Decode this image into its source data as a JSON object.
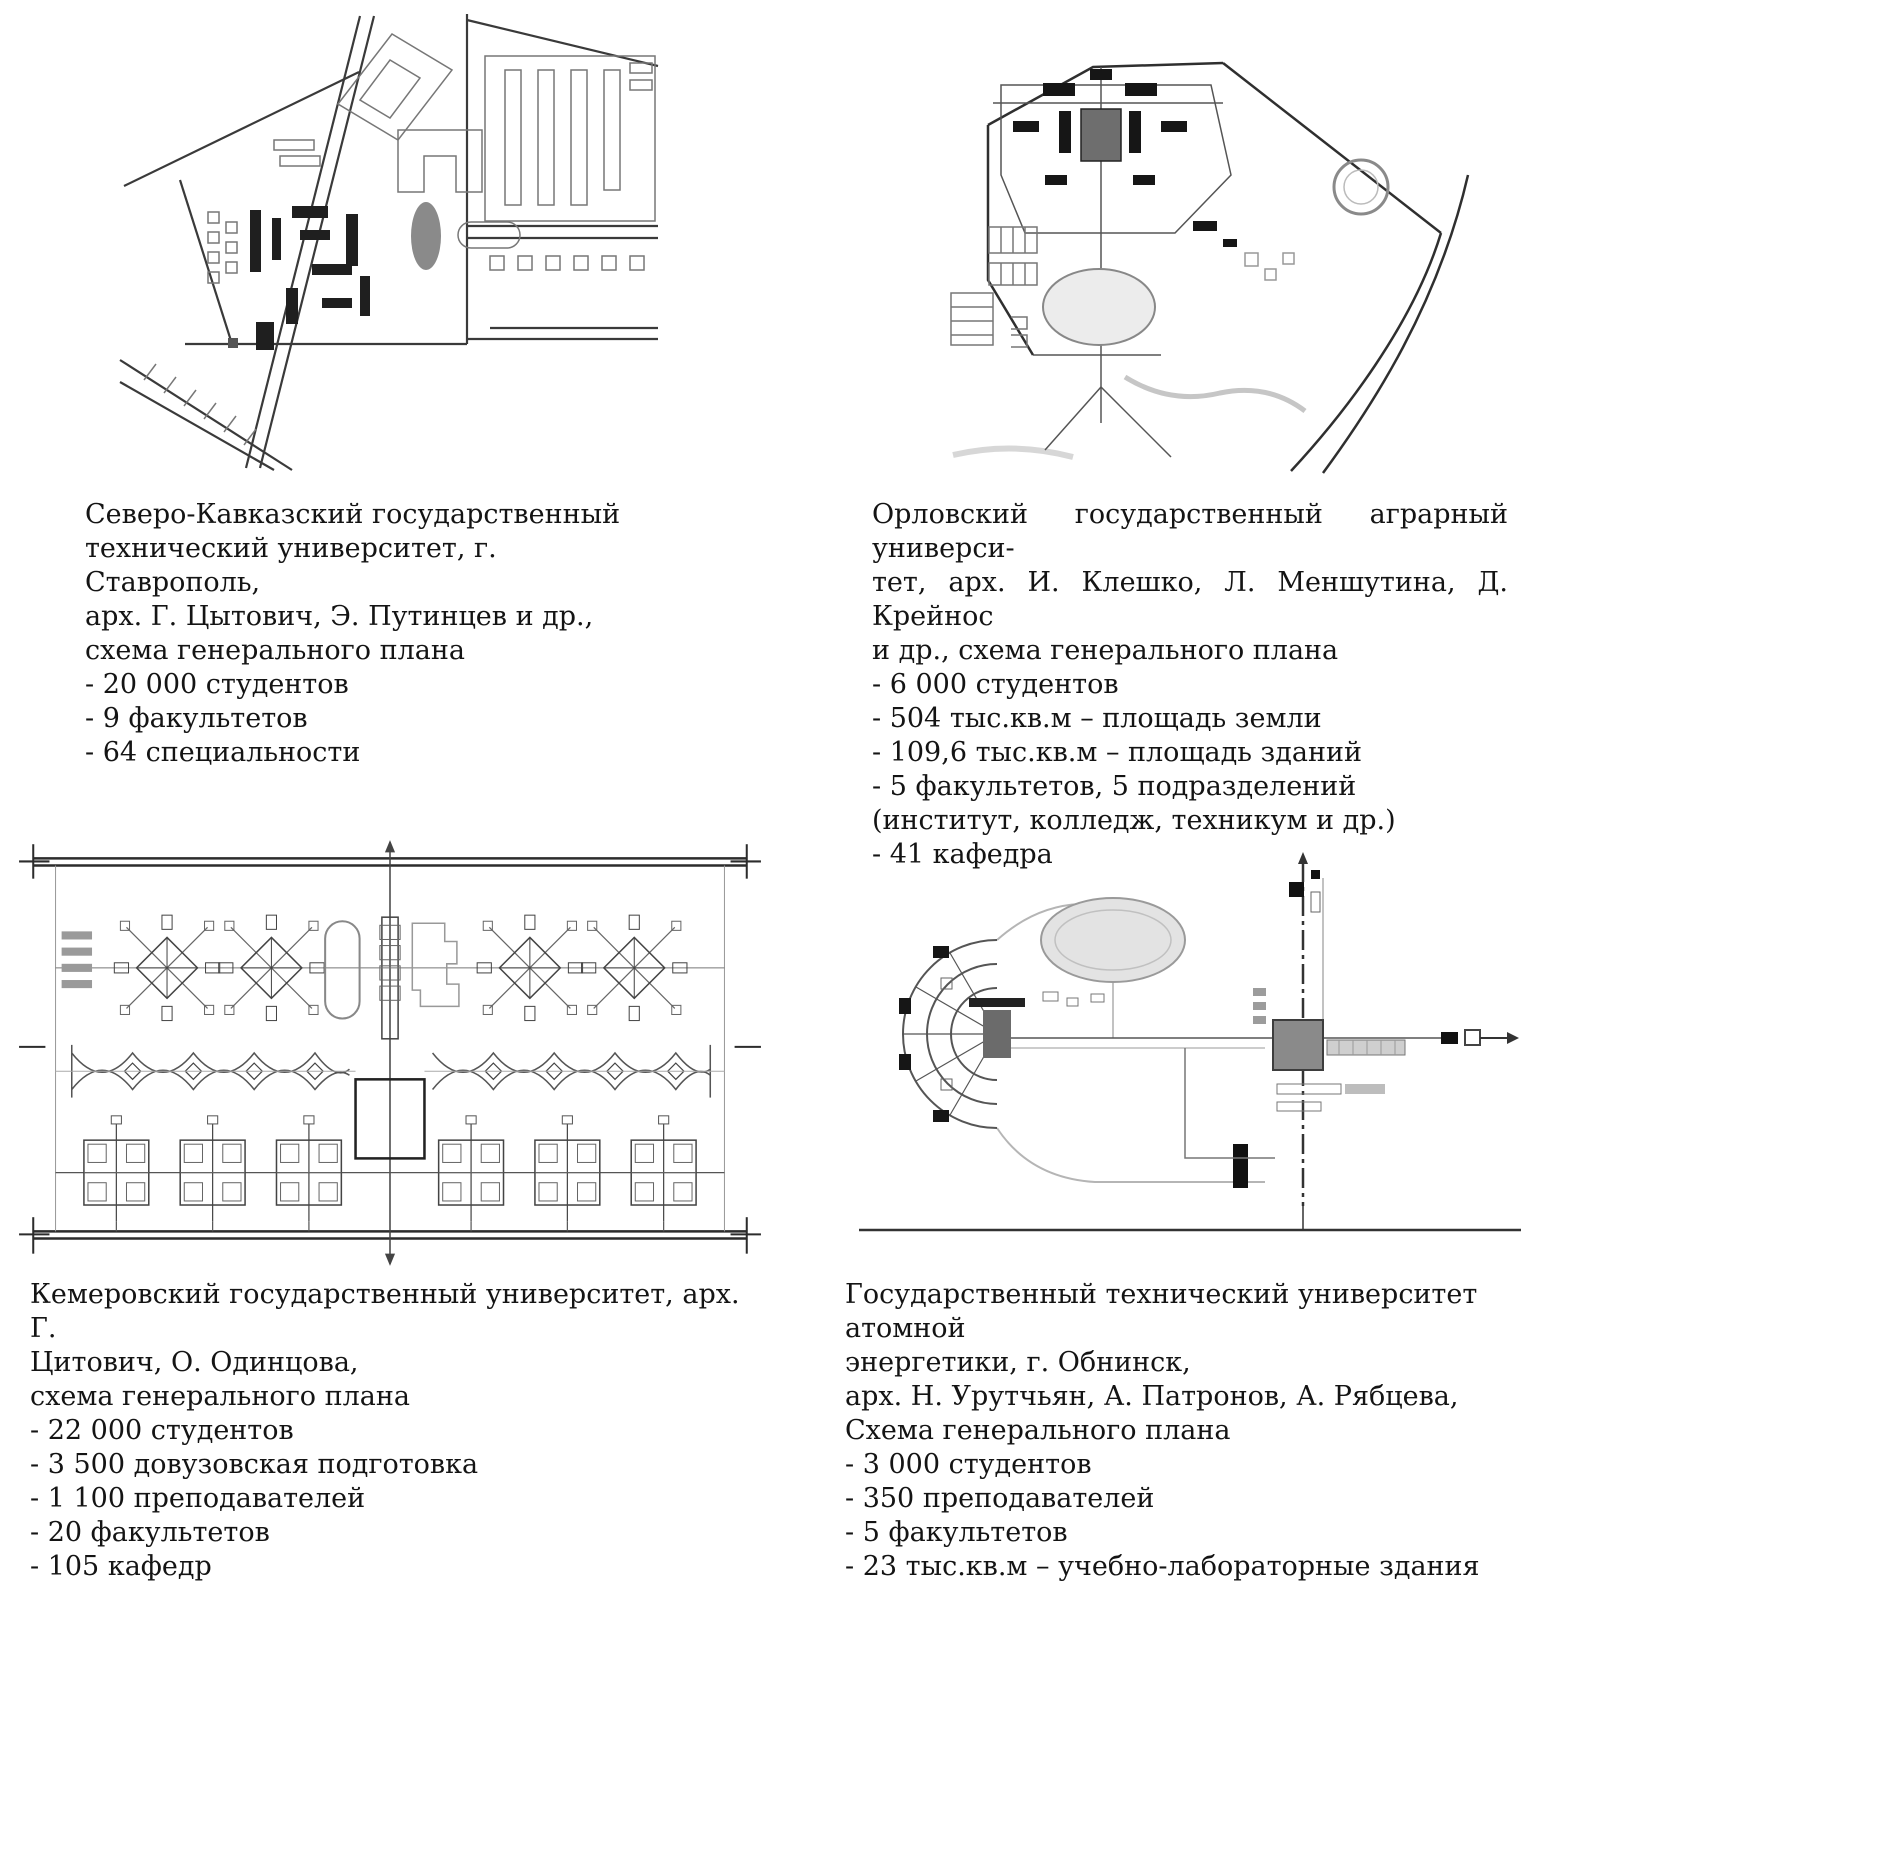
{
  "colors": {
    "background": "#ffffff",
    "ink": "#141414"
  },
  "figures": [
    {
      "name": "stavropol",
      "caption_lines": [
        "Северо-Кавказский государственный",
        "технический университет, г. Ставрополь,",
        "арх. Г. Цытович, Э. Путинцев и др.,",
        "схема генерального плана",
        "- 20 000 студентов",
        "- 9 факультетов",
        "- 64 специальности"
      ]
    },
    {
      "name": "orel",
      "caption_lines": [
        "Орловский государственный аграрный универси-",
        "тет, арх. И. Клешко, Л. Меншутина, Д. Крейнос",
        "и др., схема генерального плана",
        "- 6 000 студентов",
        "- 504 тыс.кв.м – площадь земли",
        "- 109,6 тыс.кв.м – площадь зданий",
        "- 5 факультетов, 5 подразделений",
        "(институт, колледж, техникум и др.)",
        "- 41 кафедра"
      ]
    },
    {
      "name": "kemerovo",
      "caption_lines": [
        "Кемеровский государственный университет, арх. Г.",
        "Цитович, О. Одинцова,",
        "схема генерального плана",
        "- 22 000 студентов",
        "- 3 500 довузовская подготовка",
        "- 1 100 преподавателей",
        "- 20 факультетов",
        "- 105 кафедр"
      ]
    },
    {
      "name": "obninsk",
      "caption_lines": [
        "Государственный технический университет атомной",
        "энергетики, г. Обнинск,",
        "арх. Н. Урутчьян, А. Патронов, А. Рябцева,",
        "Схема генерального плана",
        "- 3 000 студентов",
        "- 350 преподавателей",
        "- 5 факультетов",
        "- 23 тыс.кв.м – учебно-лабораторные здания"
      ]
    }
  ]
}
